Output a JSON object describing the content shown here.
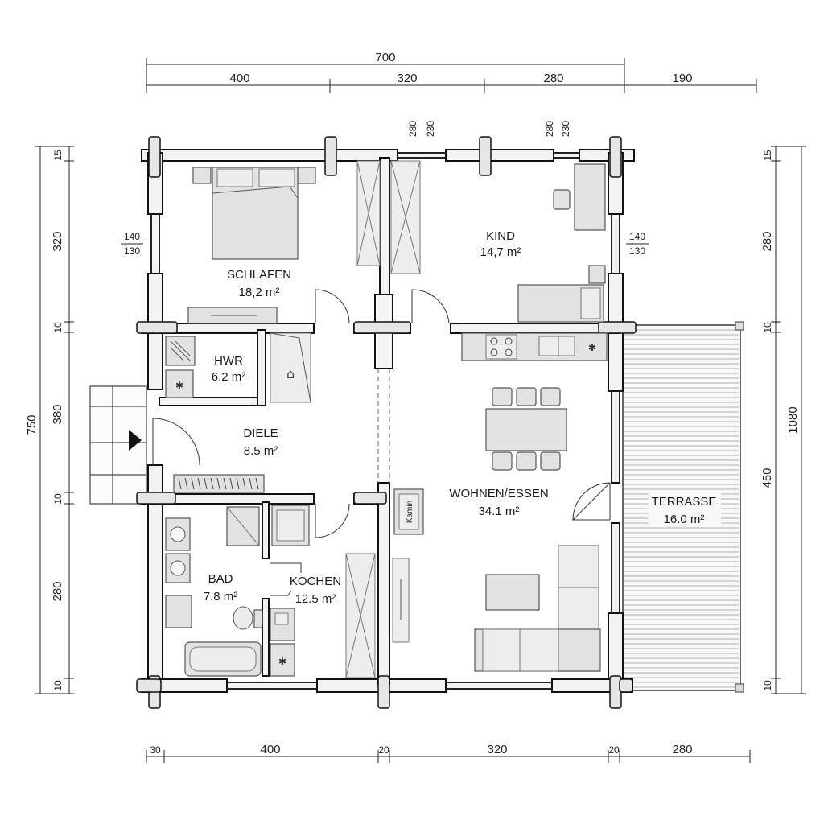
{
  "dimensions": {
    "top_total": "700",
    "top": [
      "400",
      "320",
      "280",
      "190"
    ],
    "window_top_left": [
      "280",
      "230"
    ],
    "window_top_right": [
      "280",
      "230"
    ],
    "left": [
      "15",
      "320",
      "10",
      "380",
      "10",
      "280",
      "10"
    ],
    "left_total": "750",
    "right": [
      "15",
      "280",
      "10",
      "450",
      "10"
    ],
    "right_total": "1080",
    "window_left": [
      "140",
      "130"
    ],
    "window_right": [
      "140",
      "130"
    ],
    "bottom": [
      "30",
      "400",
      "20",
      "320",
      "20",
      "280"
    ]
  },
  "rooms": {
    "schlafen": {
      "name": "SCHLAFEN",
      "area": "18,2 m²"
    },
    "kind": {
      "name": "KIND",
      "area": "14,7 m²"
    },
    "hwr": {
      "name": "HWR",
      "area": "6.2 m²"
    },
    "diele": {
      "name": "DIELE",
      "area": "8.5 m²"
    },
    "wohnen": {
      "name": "WOHNEN/ESSEN",
      "area": "34.1 m²"
    },
    "terrasse": {
      "name": "TERRASSE",
      "area": "16.0 m²"
    },
    "bad": {
      "name": "BAD",
      "area": "7.8 m²"
    },
    "kochen": {
      "name": "KOCHEN",
      "area": "12.5 m²"
    }
  },
  "fixtures": {
    "stove_label": "Kamin"
  },
  "colors": {
    "wall_stroke": "#111111",
    "furniture_fill": "#e2e2e2"
  }
}
